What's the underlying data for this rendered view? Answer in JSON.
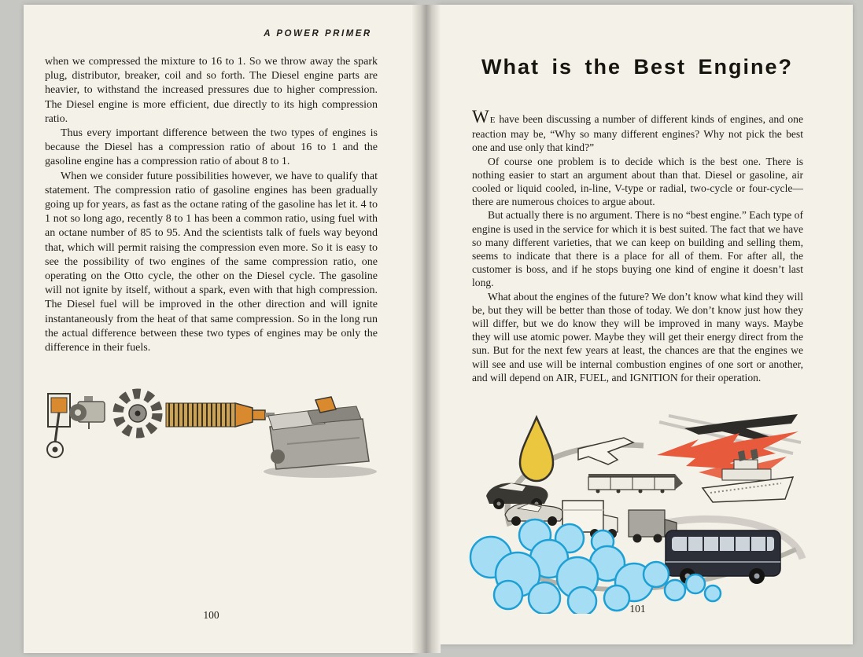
{
  "book": {
    "left_page": {
      "running_header": "A POWER PRIMER",
      "page_number": "100",
      "paragraphs": [
        "when we compressed the mixture to 16 to 1. So we throw away the spark plug, distributor, breaker, coil and so forth. The Diesel engine parts are heavier, to withstand the increased pressures due to higher compression. The Diesel engine is more efficient, due directly to its high compression ratio.",
        "Thus every important difference between the two types of engines is because the Diesel has a compression ratio of about 16 to 1 and the gasoline engine has a compression ratio of about 8 to 1.",
        "When we consider future possibilities however, we have to qualify that statement. The compression ratio of gasoline engines has been gradually going up for years, as fast as the octane rating of the gasoline has let it. 4 to 1 not so long ago, recently 8 to 1 has been a common ratio, using fuel with an octane number of 85 to 95. And the scientists talk of fuels way beyond that, which will permit raising the compression even more. So it is easy to see the possibility of two engines of the same compression ratio, one operating on the Otto cycle, the other on the Diesel cycle. The gasoline will not ignite by itself, without a spark, even with that high compression. The Diesel fuel will be improved in the other direction and will ignite instantaneously from the heat of that same compression. So in the long run the actual difference between these two types of engines may be only the difference in their fuels."
      ]
    },
    "right_page": {
      "heading": "What is the Best Engine?",
      "page_number": "101",
      "opening": {
        "initial": "W",
        "small_cap": "E",
        "rest": " have been discussing a number of different kinds of engines, and one reaction may be, “Why so many different engines? Why not pick the best one and use only that kind?”"
      },
      "paragraphs": [
        "Of course one problem is to decide which is the best one. There is nothing easier to start an argument about than that. Diesel or gasoline, air cooled or liquid cooled, in-line, V-type or radial, two-cycle or four-cycle—there are numerous choices to argue about.",
        "But actually there is no argument. There is no “best engine.” Each type of engine is used in the service for which it is best suited. The fact that we have so many different varieties, that we can keep on building and selling them, seems to indicate that there is a place for all of them. For after all, the customer is boss, and if he stops buying one kind of engine it doesn’t last long.",
        "What about the engines of the future? We don’t know what kind they will be, but they will be better than those of today. We don’t know just how they will differ, but we do know they will be improved in many ways. Maybe they will use atomic power. Maybe they will get their energy direct from the sun. But for the next few years at least, the chances are that the engines we will see and use will be internal combustion engines of one sort or another, and will depend on AIR, FUEL, and IGNITION for their operation."
      ]
    },
    "illustrations": {
      "left": {
        "description": "row of engine components",
        "items": [
          "piston-cutaway",
          "small-engine-with-fan",
          "radial-impeller",
          "finned-cylinder",
          "v-type-engine-block"
        ],
        "accent_color": "#d98a2f"
      },
      "right": {
        "description": "air-fuel-ignition montage of vehicles",
        "items": [
          "fuel-drop",
          "dark-jet-airliner",
          "white-fighter-jet",
          "lightning-bolt",
          "ocean-liner",
          "streamliner-train",
          "automobiles",
          "box-trucks",
          "bus",
          "exhaust-clouds"
        ],
        "colors": {
          "fuel_drop": "#eac73e",
          "ignition_bolt": "#e85a3c",
          "air_clouds": "#a5def4",
          "cloud_outline": "#1ea0d4"
        }
      }
    }
  }
}
